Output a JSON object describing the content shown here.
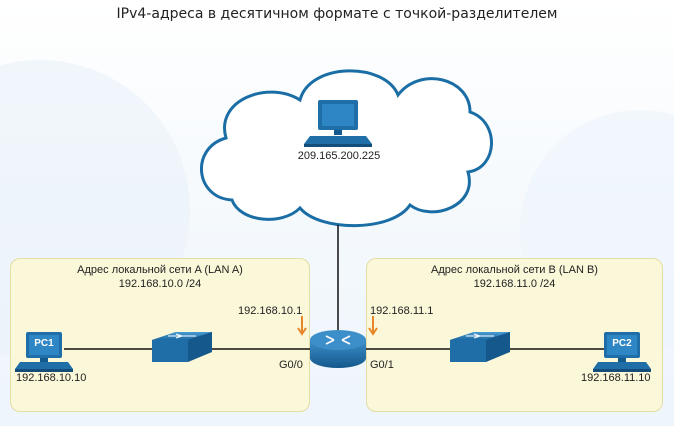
{
  "title": "IPv4-адреса в десятичном формате с точкой-разделителем",
  "internet": {
    "host_ip": "209.165.200.225"
  },
  "lan_a": {
    "title": "Адрес локальной сети A (LAN A)",
    "network": "192.168.10.0 /24",
    "pc_label": "PC1",
    "pc_ip": "192.168.10.10",
    "gateway_ip": "192.168.10.1",
    "interface": "G0/0"
  },
  "lan_b": {
    "title": "Адрес локальной сети B (LAN B)",
    "network": "192.168.11.0 /24",
    "pc_label": "PC2",
    "pc_ip": "192.168.11.10",
    "gateway_ip": "192.168.11.1",
    "interface": "G0/1"
  },
  "colors": {
    "lan_bg": "#fbf7d9",
    "device_blue": "#1f6ea8",
    "arrow": "#e8862a",
    "cloud_stroke": "#1b6ea5"
  }
}
